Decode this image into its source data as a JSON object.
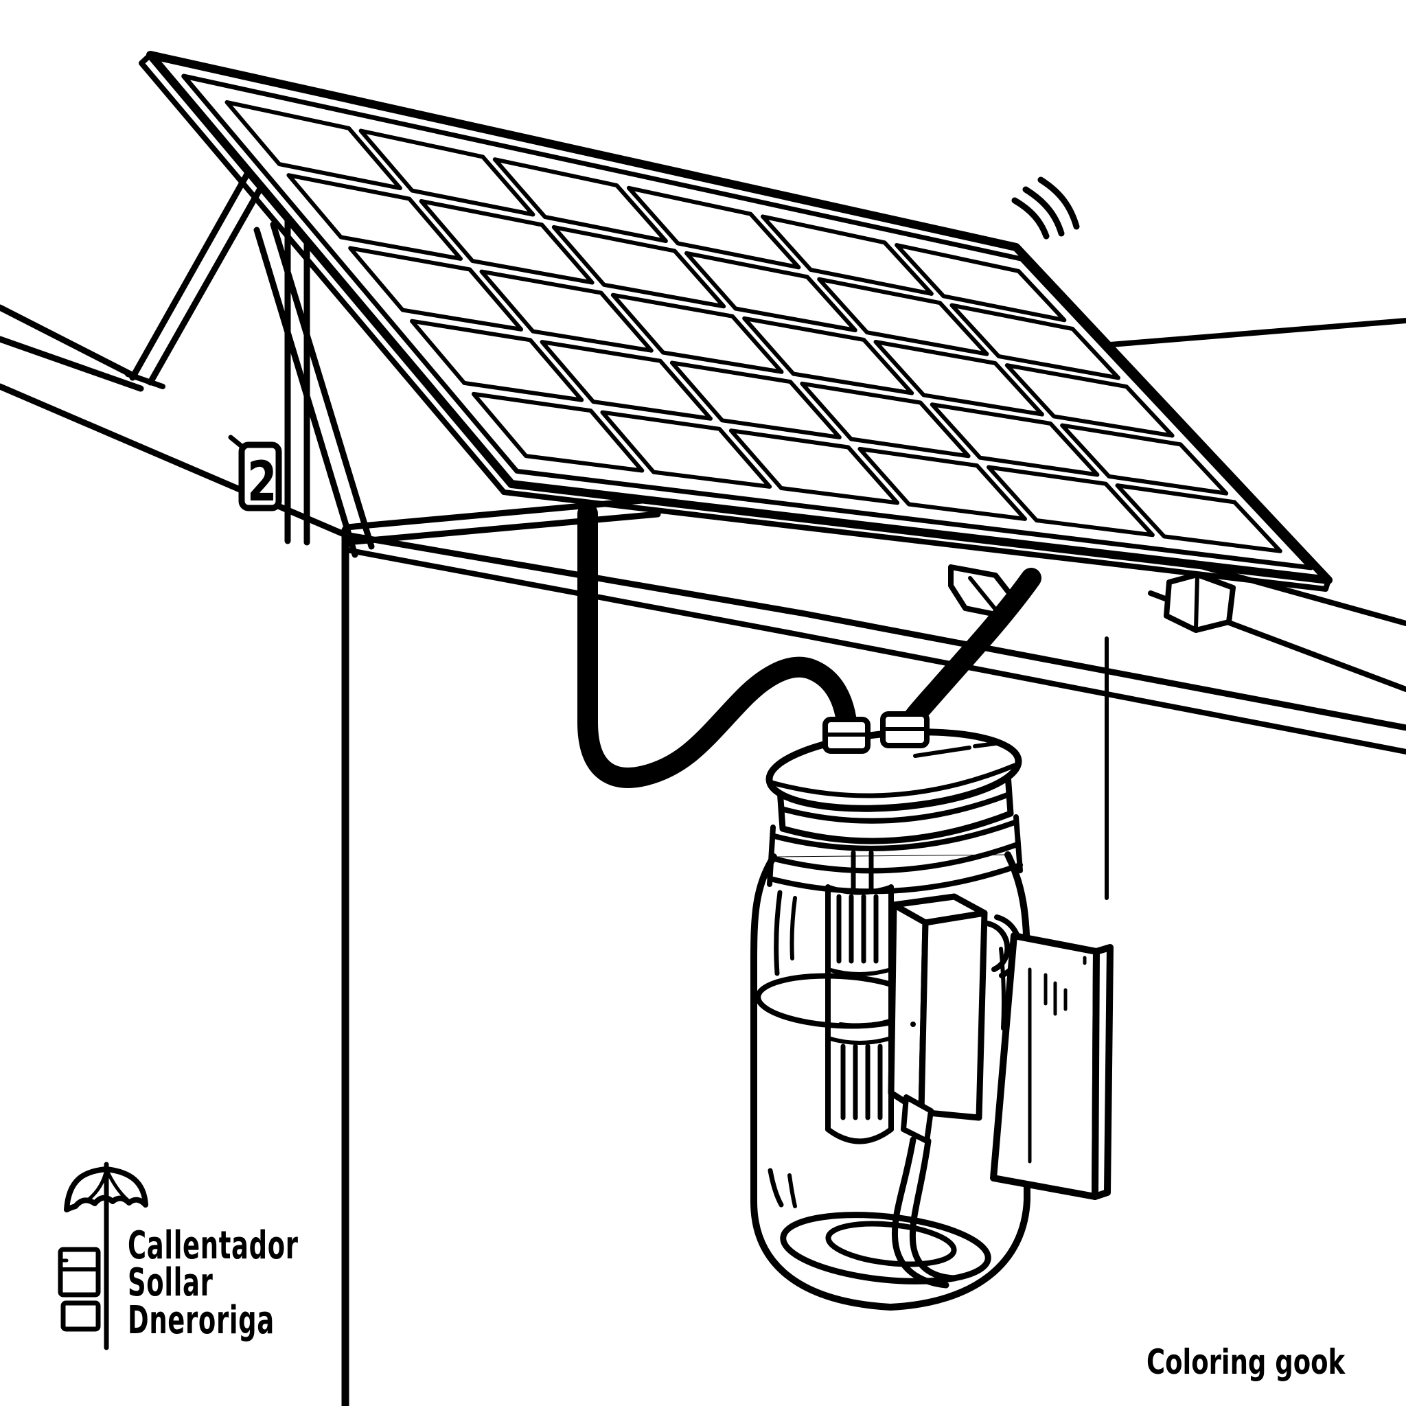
{
  "page": {
    "background": "#ffffff",
    "ink": "#000000"
  },
  "branding": {
    "logo_icons": [
      "umbrella-icon",
      "cabinet-icon"
    ],
    "line1": "Callentador",
    "line2": "Sollar",
    "line3": "Dneroriga"
  },
  "caption": {
    "text": "Coloring gook"
  },
  "labels": {
    "outlet_number": "2"
  },
  "scene": {
    "solar_panel": {
      "grid_rows": 5,
      "grid_cols": 6
    }
  }
}
